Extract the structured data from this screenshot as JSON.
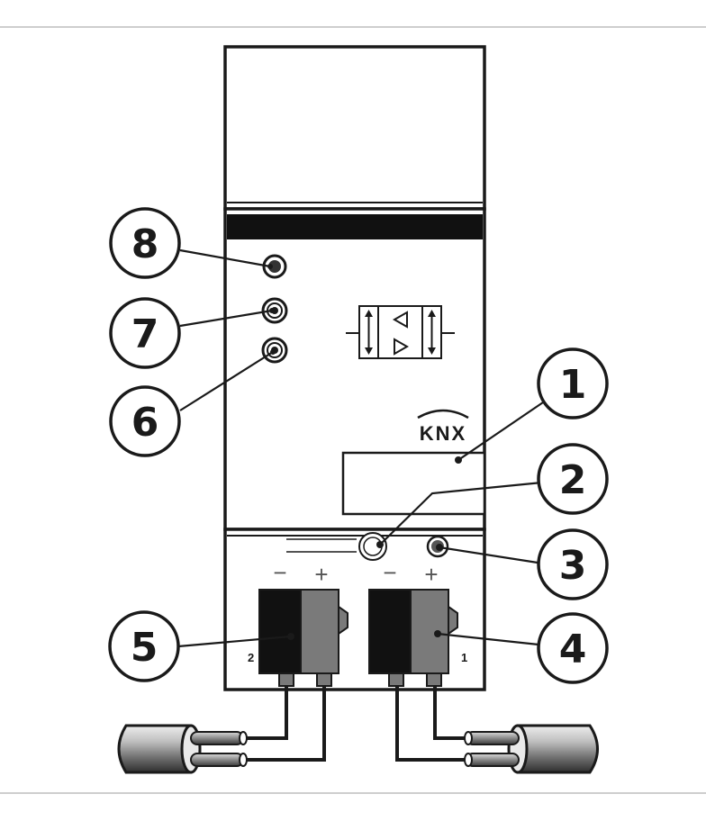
{
  "logo": {
    "text": "KNX"
  },
  "callouts": [
    "1",
    "2",
    "3",
    "4",
    "5",
    "6",
    "7",
    "8"
  ],
  "terminals": {
    "left": {
      "label": "2",
      "minus": "−",
      "plus": "+"
    },
    "right": {
      "label": "1",
      "minus": "−",
      "plus": "+"
    }
  },
  "colors": {
    "outline": "#1a1a1a",
    "terminal_dark": "#111111",
    "terminal_grey": "#7a7a7a",
    "label_strip": "#111111",
    "led_fill": "#555555"
  }
}
